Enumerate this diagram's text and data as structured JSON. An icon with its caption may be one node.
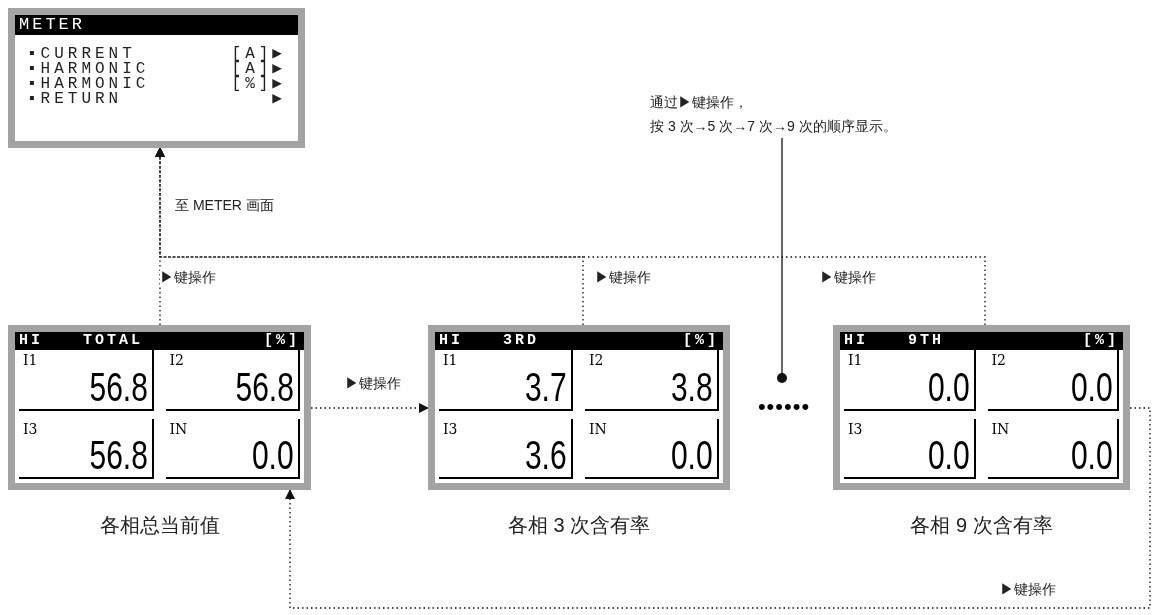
{
  "diagram": {
    "nodes": [
      {
        "text": [
          "METER",
          "▪CURRENT",
          "[A]▶",
          "▪HARMONIC",
          "[A]▶",
          "▪HARMONIC",
          "[%]▶",
          "▪RETURN",
          "▶"
        ]
      },
      {
        "text": [
          "HI",
          "TOTAL",
          "[%]",
          "I1",
          "56.8",
          "I2",
          "56.8",
          "I3",
          "56.8",
          "IN",
          "0.0"
        ],
        "beside": [
          "各相总当前值"
        ]
      },
      {
        "text": [
          "HI",
          "3RD",
          "[%]",
          "I1",
          "3.7",
          "I2",
          "3.8",
          "I3",
          "3.6",
          "IN",
          "0.0"
        ],
        "beside": [
          "各相 3 次含有率"
        ]
      },
      {
        "text": [
          "HI",
          "9TH",
          "[%]",
          "I1",
          "0.0",
          "I2",
          "0.0",
          "I3",
          "0.0",
          "IN",
          "0.0"
        ],
        "beside": [
          "各相 9 次含有率"
        ]
      },
      {
        "text": [
          "通过▶键操作，按 3 次→5 次→7 次→9 次的顺序显示。"
        ]
      },
      {
        "text": [
          "••••••"
        ]
      }
    ],
    "edges": [
      {
        "from": 1,
        "to": 0,
        "arrow": "to",
        "label": "▶键操作",
        "style": "dashed"
      },
      {
        "from": 2,
        "to": 0,
        "arrow": "to",
        "label": "▶键操作",
        "style": "dashed"
      },
      {
        "from": 3,
        "to": 0,
        "arrow": "to",
        "label": "▶键操作",
        "style": "dashed"
      },
      {
        "from": 1,
        "to": 2,
        "arrow": "to",
        "label": "▶键操作",
        "style": "dashed"
      },
      {
        "from": 3,
        "to": 1,
        "arrow": "to",
        "label": "▶键操作",
        "style": "dashed"
      },
      {
        "from": 4,
        "to": 5,
        "arrow": "other"
      }
    ],
    "labels": [
      "至 METER 画面"
    ]
  }
}
